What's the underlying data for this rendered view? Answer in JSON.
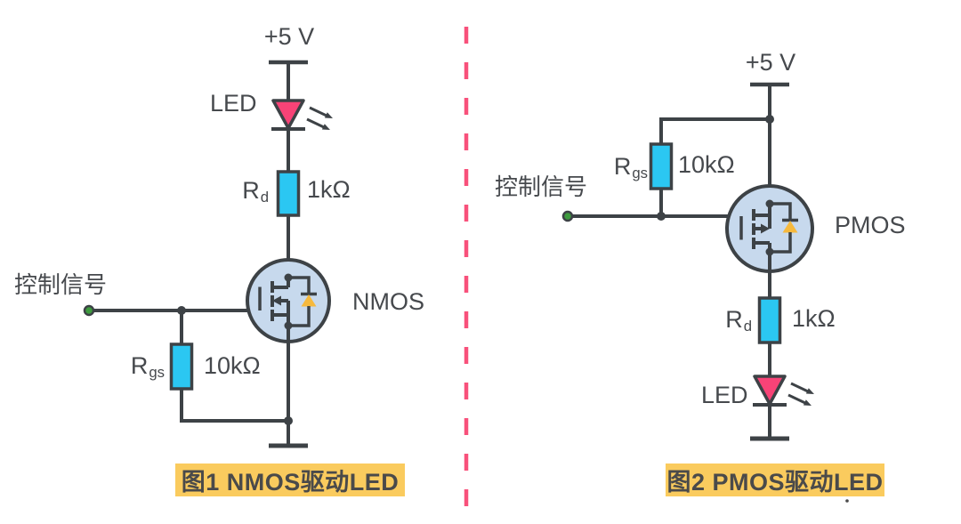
{
  "left": {
    "supply_label": "+5 V",
    "led_label": "LED",
    "rd_name": "R",
    "rd_sub": "d",
    "rd_value": "1kΩ",
    "transistor_label": "NMOS",
    "control_label": "控制信号",
    "rgs_name": "R",
    "rgs_sub": "gs",
    "rgs_value": "10kΩ",
    "caption": "图1 NMOS驱动LED"
  },
  "right": {
    "supply_label": "+5 V",
    "rgs_name": "R",
    "rgs_sub": "gs",
    "rgs_value": "10kΩ",
    "control_label": "控制信号",
    "transistor_label": "PMOS",
    "rd_name": "R",
    "rd_sub": "d",
    "rd_value": "1kΩ",
    "led_label": "LED",
    "caption": "图2 PMOS驱动LED"
  },
  "colors": {
    "wire": "#3D4246",
    "resistor_fill": "#2BC7F2",
    "led_fill": "#F84377",
    "mosfet_fill": "#C7D9ED",
    "diode_fill": "#F6B93D",
    "caption_bg": "#FACB5E",
    "caption_text": "#4A4A4A",
    "divider": "#F8517B",
    "terminal_green": "#3E9B3E"
  }
}
